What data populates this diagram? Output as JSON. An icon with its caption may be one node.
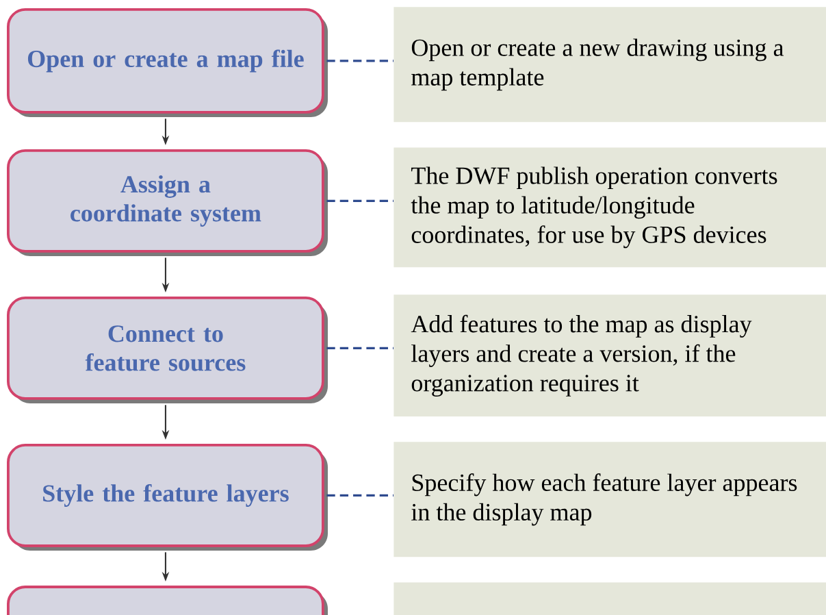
{
  "diagram": {
    "nodes": [
      {
        "text": [
          "Open or create a map file"
        ]
      },
      {
        "text": [
          "Open or create a new drawing using a map template"
        ]
      },
      {
        "text": [
          "Assign a coordinate system"
        ]
      },
      {
        "text": [
          "The DWF publish operation converts the map to latitude/longitude coordinates, for use by GPS devices"
        ]
      },
      {
        "text": [
          "Connect to feature sources"
        ]
      },
      {
        "text": [
          "Add features to the map as display layers and create a version, if the organization requires it"
        ]
      },
      {
        "text": [
          "Style the feature layers"
        ]
      },
      {
        "text": [
          "Specify how each feature layer appears in the display map"
        ]
      },
      {
        "text": [],
        "shape": "box"
      },
      {
        "text": [],
        "shape": "box"
      }
    ],
    "edges": [
      {
        "from": 0,
        "to": 1,
        "arrow": "none",
        "style": "dashed",
        "color": "#2f4b8f"
      },
      {
        "from": 2,
        "to": 3,
        "arrow": "none",
        "style": "dashed",
        "color": "#2f4b8f"
      },
      {
        "from": 4,
        "to": 5,
        "arrow": "none",
        "style": "dashed",
        "color": "#2f4b8f"
      },
      {
        "from": 6,
        "to": 7,
        "arrow": "none",
        "style": "dashed",
        "color": "#2f4b8f"
      },
      {
        "from": 0,
        "to": 2,
        "arrow": "to",
        "color": "#333333"
      },
      {
        "from": 2,
        "to": 4,
        "arrow": "to",
        "color": "#333333"
      },
      {
        "from": 4,
        "to": 6,
        "arrow": "to",
        "color": "#333333"
      },
      {
        "from": 6,
        "to": 8,
        "arrow": "to",
        "color": "#333333"
      }
    ]
  }
}
